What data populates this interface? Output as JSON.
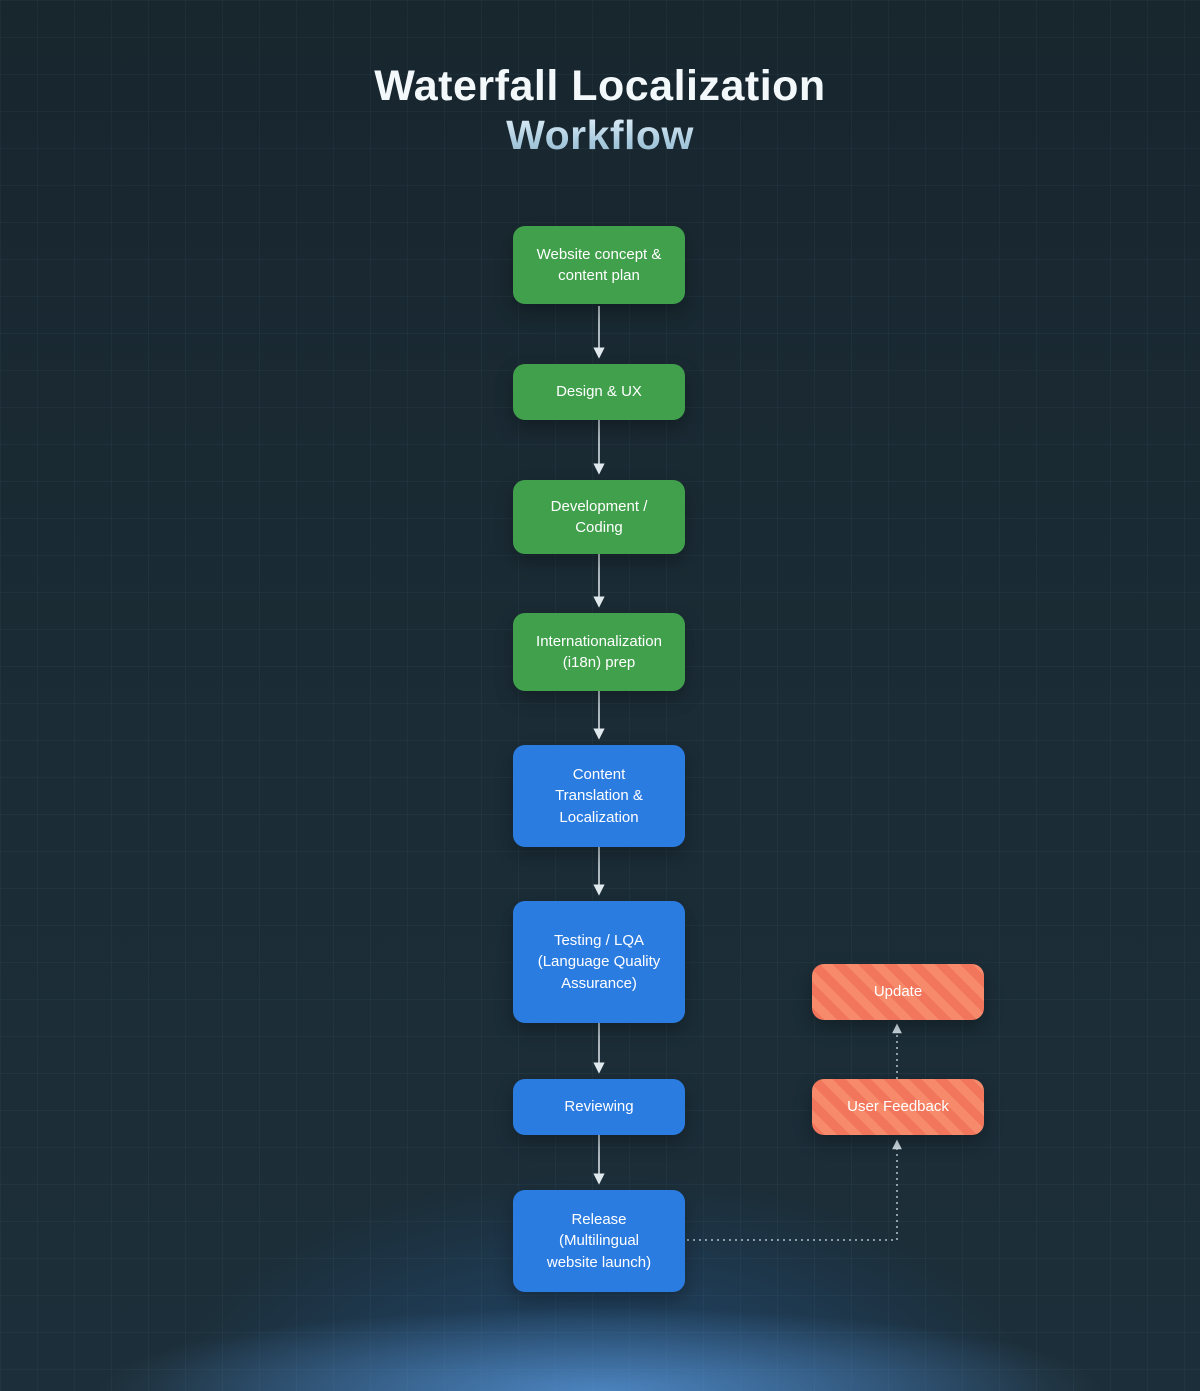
{
  "title": {
    "line1": "Waterfall Localization",
    "line2": "Workflow"
  },
  "flow": {
    "nodes": [
      {
        "label": "Website concept & content plan",
        "color": "green"
      },
      {
        "label": "Design & UX",
        "color": "green"
      },
      {
        "label": "Development / Coding",
        "color": "green"
      },
      {
        "label": "Internationalization (i18n) prep",
        "color": "green"
      },
      {
        "label": "Content Translation & Localization",
        "color": "blue"
      },
      {
        "label": "Testing / LQA (Language Quality Assurance)",
        "color": "blue"
      },
      {
        "label": "Reviewing",
        "color": "blue"
      },
      {
        "label": "Release (Multilingual website launch)",
        "color": "blue"
      }
    ],
    "side_nodes": [
      {
        "label": "Update",
        "color": "orange"
      },
      {
        "label": "User Feedback",
        "color": "orange"
      }
    ]
  },
  "colors": {
    "green": "#41a04c",
    "blue": "#2b7ce1",
    "orange": "#f1765b",
    "orange_stripe": "#f78a6b",
    "background": "#1b2c36",
    "arrow": "#dfe9ee"
  }
}
